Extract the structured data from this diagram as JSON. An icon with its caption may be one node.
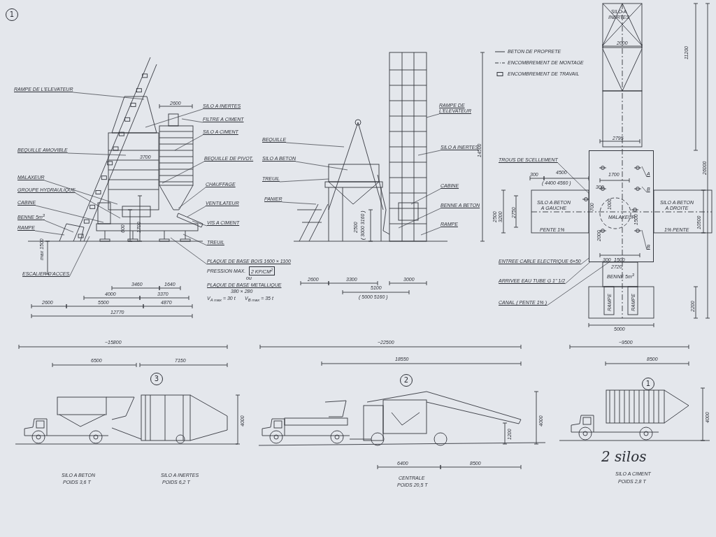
{
  "diagram": {
    "nodes": [
      {
        "text": [
          "RAMPE DE L'ELEVATEUR"
        ]
      },
      {
        "text": [
          "BEQUILLE AMOVIBLE"
        ]
      },
      {
        "text": [
          "MALAXEUR"
        ]
      },
      {
        "text": [
          "GROUPE HYDRAULIQUE"
        ]
      },
      {
        "text": [
          "CABINE"
        ]
      },
      {
        "text": [
          "BENNE 5m$^{3}$"
        ]
      },
      {
        "text": [
          "RAMPE"
        ]
      },
      {
        "text": [
          "ESCALIER D'ACCES"
        ]
      },
      {
        "text": [
          "SILO A INERTES"
        ]
      },
      {
        "text": [
          "FILTRE A CIMENT"
        ]
      },
      {
        "text": [
          "SILO A CIMENT"
        ]
      },
      {
        "text": [
          "BEQUILLE DE PIVOT."
        ]
      },
      {
        "text": [
          "CHAUFFAGE"
        ]
      },
      {
        "text": [
          "VENTILATEUR"
        ]
      },
      {
        "text": [
          "VIS A CIMENT"
        ]
      },
      {
        "text": [
          "TREUIL"
        ]
      },
      {
        "text": [
          "PLAQUE DE BASE BOIS 1600 × 1100"
        ]
      },
      {
        "text": [
          "BEQUILLE"
        ]
      },
      {
        "text": [
          "SILO A BETON"
        ]
      },
      {
        "text": [
          "TREUIL"
        ]
      },
      {
        "text": [
          "PANIER"
        ]
      },
      {
        "text": [
          "RAMPE DE L'ELEVATEUR"
        ]
      },
      {
        "text": [
          "SILO A INERTES"
        ]
      },
      {
        "text": [
          "CABINE"
        ]
      },
      {
        "text": [
          "BENNE A BETON"
        ]
      },
      {
        "text": [
          "RAMPE"
        ]
      },
      {
        "text": [
          "TROUS DE SCELLEMENT"
        ]
      },
      {
        "text": [
          "ENTREE CABLE ELECTRIQUE 6×50"
        ]
      },
      {
        "text": [
          "ARRIVEE EAU TUBE G 1\" 1/2"
        ]
      },
      {
        "text": [
          "CANAL ( PENTE 1% )"
        ]
      },
      {
        "text": [],
        "shape": "box"
      },
      {
        "text": [
          "A"
        ],
        "in": 30
      },
      {
        "text": [
          "B"
        ],
        "in": 30
      },
      {
        "text": [
          "B"
        ],
        "in": 30
      }
    ],
    "edges": [
      {
        "from": 0,
        "to": null,
        "arrow": "none"
      },
      {
        "from": 1,
        "to": null,
        "arrow": "none"
      },
      {
        "from": 2,
        "to": null,
        "arrow": "none"
      },
      {
        "from": 3,
        "to": null,
        "arrow": "none"
      },
      {
        "from": 4,
        "to": null,
        "arrow": "none"
      },
      {
        "from": 5,
        "to": null,
        "arrow": "none"
      },
      {
        "from": 6,
        "to": null,
        "arrow": "none"
      },
      {
        "from": 7,
        "to": null,
        "arrow": "none"
      },
      {
        "from": 8,
        "to": null,
        "arrow": "none"
      },
      {
        "from": 9,
        "to": null,
        "arrow": "none"
      },
      {
        "from": 10,
        "to": null,
        "arrow": "none"
      },
      {
        "from": 11,
        "to": null,
        "arrow": "none"
      },
      {
        "from": 12,
        "to": null,
        "arrow": "none"
      },
      {
        "from": 13,
        "to": null,
        "arrow": "none"
      },
      {
        "from": 14,
        "to": null,
        "arrow": "none"
      },
      {
        "from": 15,
        "to": null,
        "arrow": "none"
      },
      {
        "from": 16,
        "to": null,
        "arrow": "none"
      },
      {
        "from": 17,
        "to": null,
        "arrow": "none"
      },
      {
        "from": 18,
        "to": null,
        "arrow": "none"
      },
      {
        "from": 19,
        "to": null,
        "arrow": "none"
      },
      {
        "from": 20,
        "to": null,
        "arrow": "none"
      },
      {
        "from": 21,
        "to": null,
        "arrow": "none"
      },
      {
        "from": 22,
        "to": null,
        "arrow": "none"
      },
      {
        "from": 23,
        "to": null,
        "arrow": "none"
      },
      {
        "from": 24,
        "to": null,
        "arrow": "none"
      },
      {
        "from": 25,
        "to": null,
        "arrow": "none"
      },
      {
        "from": 26,
        "to": 30,
        "arrow": "none"
      },
      {
        "from": 27,
        "to": 30,
        "arrow": "none"
      },
      {
        "from": 28,
        "to": 30,
        "arrow": "none"
      },
      {
        "from": 29,
        "to": 30,
        "arrow": "none"
      },
      {
        "from": 31,
        "to": null,
        "arrow": "none"
      },
      {
        "from": 32,
        "to": null,
        "arrow": "none"
      },
      {
        "from": 33,
        "to": null,
        "arrow": "none"
      }
    ],
    "labels": [
      "1",
      "2600",
      "3700",
      "600",
      "1700",
      "max 1500",
      "3460",
      "1640",
      "4000",
      "3370",
      "2600",
      "5500",
      "4870",
      "12770",
      "PRESSION MAX.",
      "2 KP/CM$^{2}$",
      "ou",
      "PLAQUE DE BASE METALLIQUE",
      "380 × 280",
      "V$_{A max}$ = 30 t",
      "V$_{B max}$ = 35 t",
      "2500",
      "( 3000 3160 )",
      "2600",
      "3300",
      "5100",
      "( 5000 5160 )",
      "3000",
      "14500",
      "SILO A INERTES",
      "2000",
      "11200",
      "2795",
      "26000",
      "300",
      "4500",
      "( 4400 4560 )",
      "1700",
      "300",
      "SILO A BETON A GAUCHE",
      "1000",
      "MALAXEUR",
      "SILO A BETON A DROITE",
      "2500",
      "3200",
      "2750",
      "700",
      "1500",
      "2000",
      "10500",
      "PENTE 1%",
      "1% PENTE",
      "300",
      "1500",
      "2720",
      "BENNE 5m$^{3}$",
      "RAMPE",
      "RAMPE",
      "2200",
      "5000",
      "~15800",
      "6500",
      "7150",
      "3",
      "4000",
      "SILO A BETON",
      "POIDS 3,6 T",
      "SILO A INERTES",
      "POIDS 6,2 T",
      "~22500",
      "18550",
      "2",
      "4000",
      "1200",
      "6400",
      "8500",
      "CENTRALE",
      "POIDS 20,5 T",
      "~9500",
      "8500",
      "1",
      "4000",
      "2 silos",
      "SILO A CIMENT",
      "POIDS 2,8 T"
    ],
    "legend": [
      {
        "text": "BETON DE PROPRETE"
      },
      {
        "text": "ENCOMBREMENT DE MONTAGE"
      },
      {
        "text": "ENCOMBREMENT DE TRAVAIL"
      }
    ]
  }
}
